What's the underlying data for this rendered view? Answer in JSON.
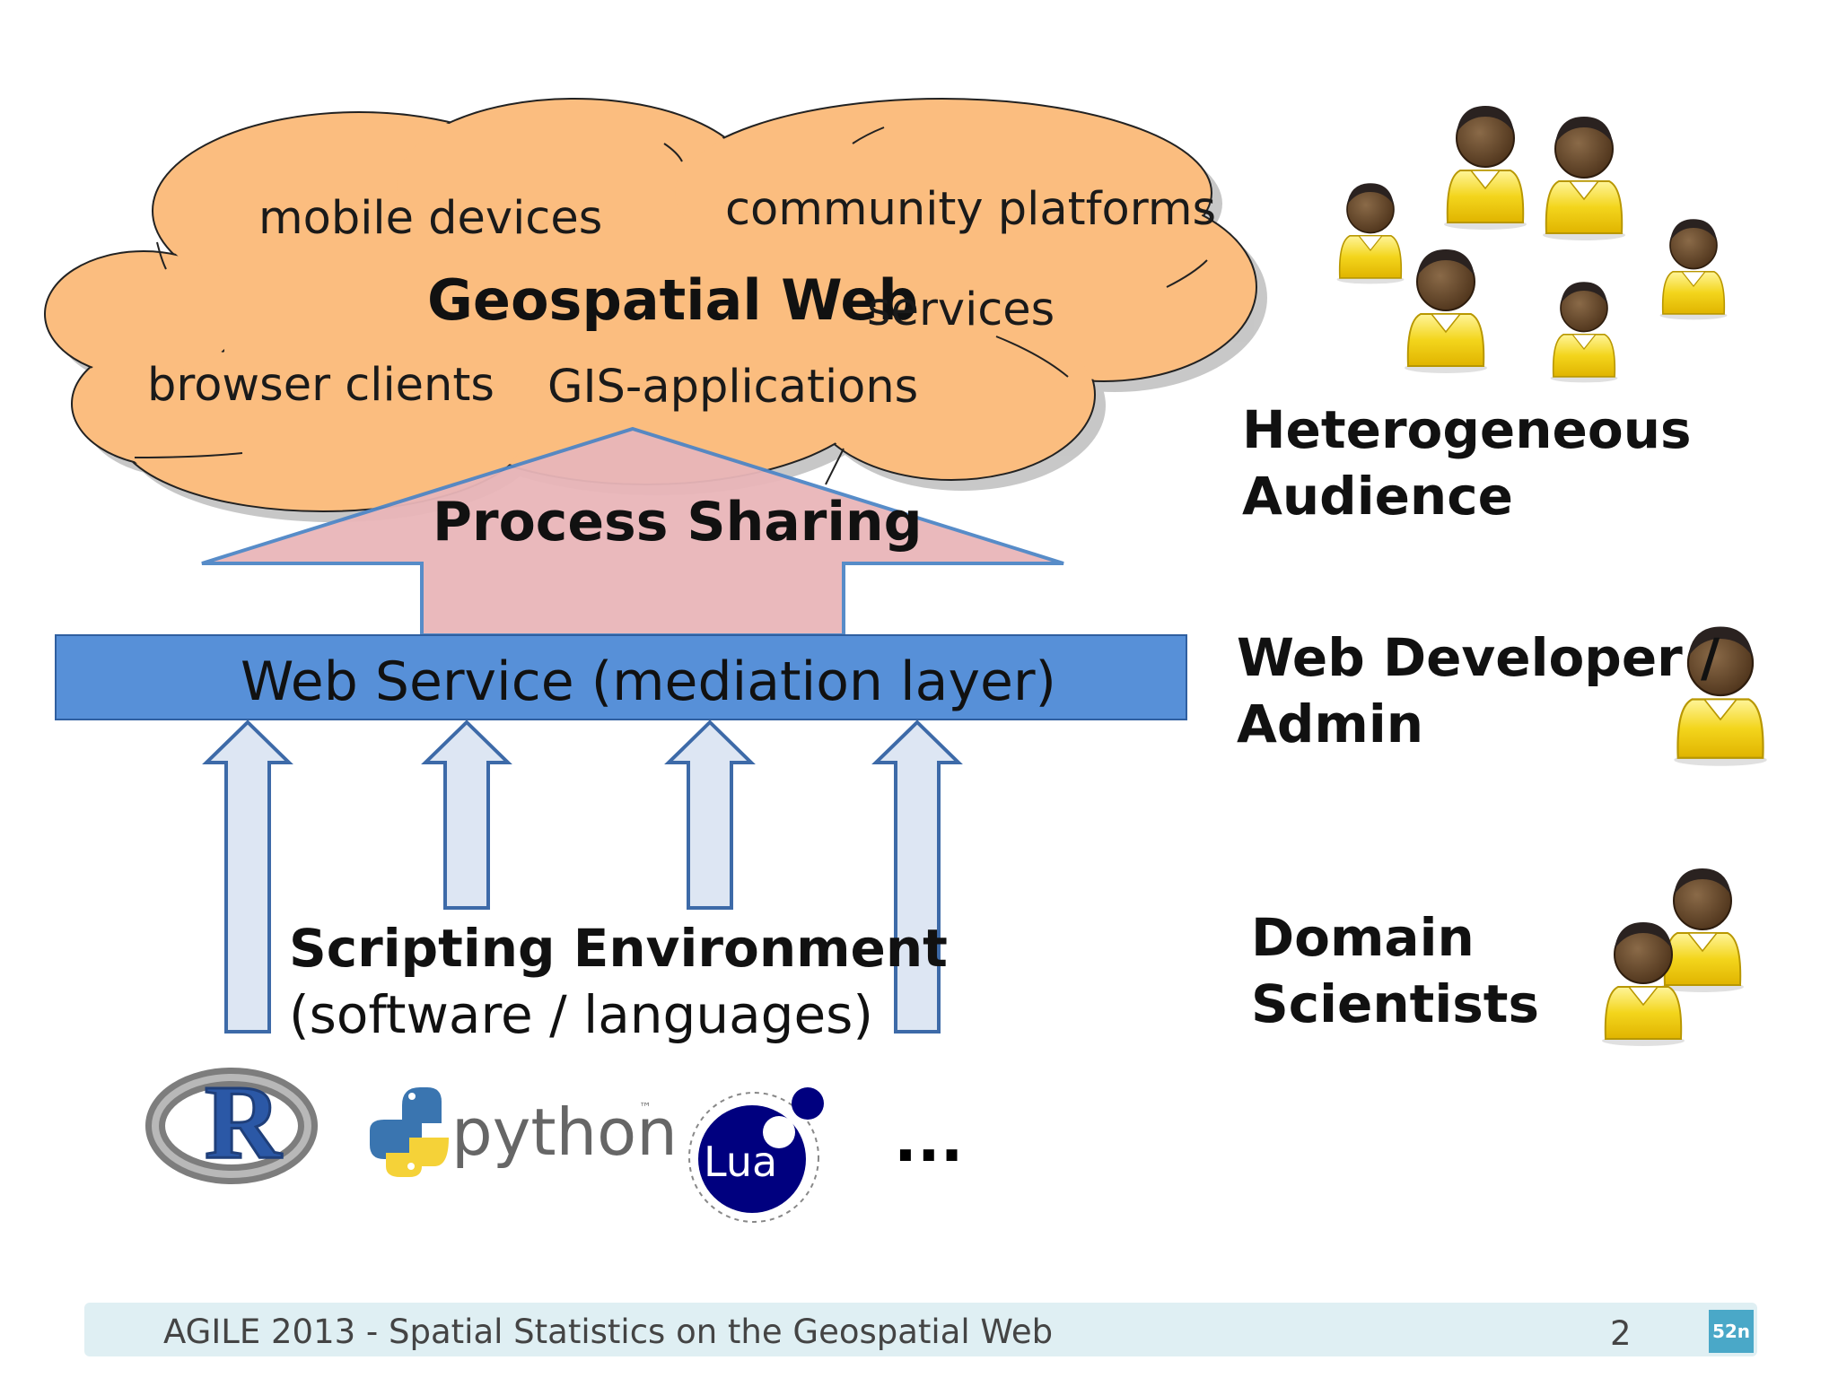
{
  "cloud": {
    "title": "Geospatial Web",
    "items": [
      "mobile devices",
      "community platforms",
      "services",
      "browser clients",
      "GIS-applications"
    ]
  },
  "process_sharing": "Process Sharing",
  "web_service": "Web Service (mediation layer)",
  "scripting": {
    "title": "Scripting Environment",
    "subtitle": "(software / languages)"
  },
  "languages": {
    "r": "R",
    "python": "python",
    "python_tm": "™",
    "lua": "Lua",
    "more": "..."
  },
  "audiences": {
    "heterogeneous": [
      "Heterogeneous",
      "Audience"
    ],
    "developer": [
      "Web Developer /",
      "Admin"
    ],
    "scientists": [
      "Domain",
      "Scientists"
    ]
  },
  "footer": {
    "text": "AGILE 2013 - Spatial Statistics on the Geospatial Web",
    "page": "2",
    "logo": "52n"
  },
  "colors": {
    "cloud_fill": "#fbbd7f",
    "arrow_fill": "#e9b6b9",
    "arrow_stroke": "#4f86c6",
    "web_service_fill": "#5790d8",
    "small_arrow_fill": "#dde6f3",
    "person_body": "#f1d21c",
    "person_head": "#6a4a2c"
  }
}
